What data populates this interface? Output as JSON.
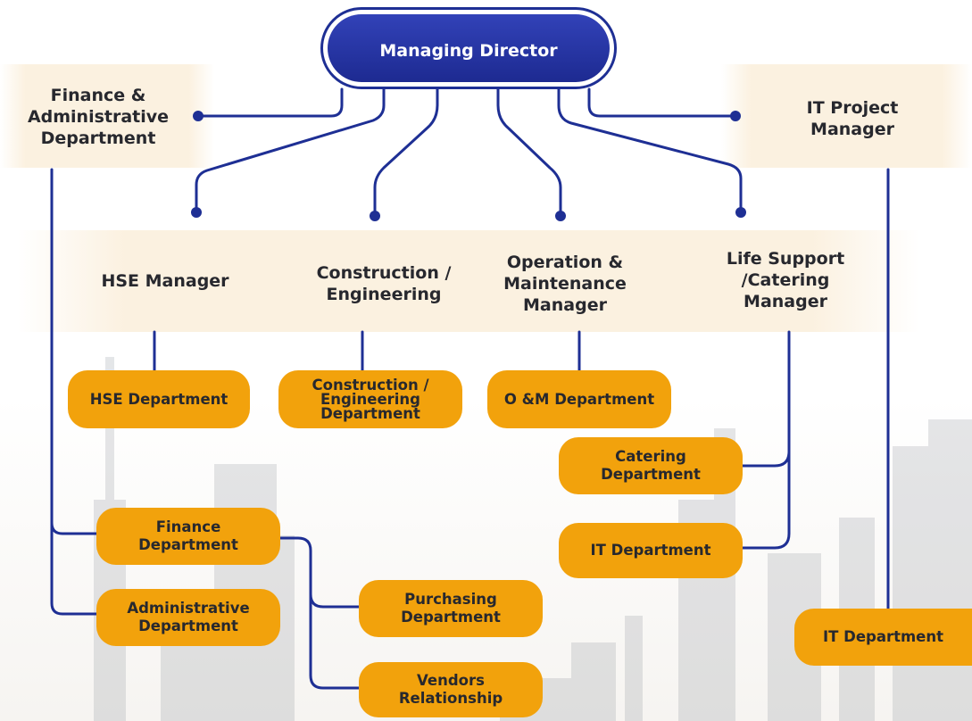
{
  "colors": {
    "primary_blue": "#1e2f94",
    "department_orange": "#f2a20c",
    "band_cream": "#fbf0de",
    "text_dark": "#27282e"
  },
  "top": {
    "managing_director": "Managing Director"
  },
  "side_managers": {
    "finance_admin": "Finance &\nAdministrative\nDepartment",
    "it_project": "IT Project\nManager"
  },
  "managers": [
    {
      "key": "hse",
      "label": "HSE Manager"
    },
    {
      "key": "construction",
      "label": "Construction /\nEngineering"
    },
    {
      "key": "om",
      "label": "Operation &\nMaintenance\nManager"
    },
    {
      "key": "life_support",
      "label": "Life Support\n/Catering\nManager"
    }
  ],
  "departments": {
    "hse": "HSE Department",
    "construction": "Construction /\nEngineering\nDepartment",
    "om": "O &M Department",
    "catering": "Catering\nDepartment",
    "it_life_support": "IT Department",
    "finance": "Finance\nDepartment",
    "administrative": "Administrative\nDepartment",
    "purchasing": "Purchasing\nDepartment",
    "vendors": "Vendors\nRelationship",
    "it_project": "IT Department"
  }
}
